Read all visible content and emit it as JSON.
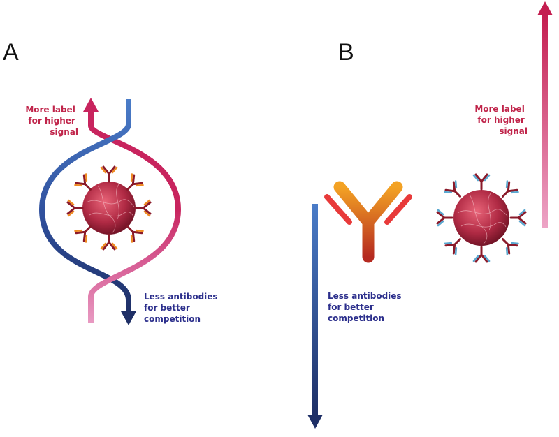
{
  "panel_a": {
    "letter": "A",
    "label_note": [
      "More label",
      "for higher",
      "signal"
    ],
    "antibody_note": [
      "Less antibodies",
      "for better",
      "competition"
    ]
  },
  "panel_b": {
    "letter": "B",
    "label_note": [
      "More label",
      "for higher",
      "signal"
    ],
    "antibody_note": [
      "Less antibodies",
      "for better",
      "competition"
    ]
  },
  "colors": {
    "label_red": "#c0244a",
    "antibody_navy": "#2c2f8c",
    "pink_light": "#e88ab8",
    "blue_light": "#4a7cc8",
    "navy_dark": "#1e2f66",
    "bead_core": "#9c1c36"
  }
}
